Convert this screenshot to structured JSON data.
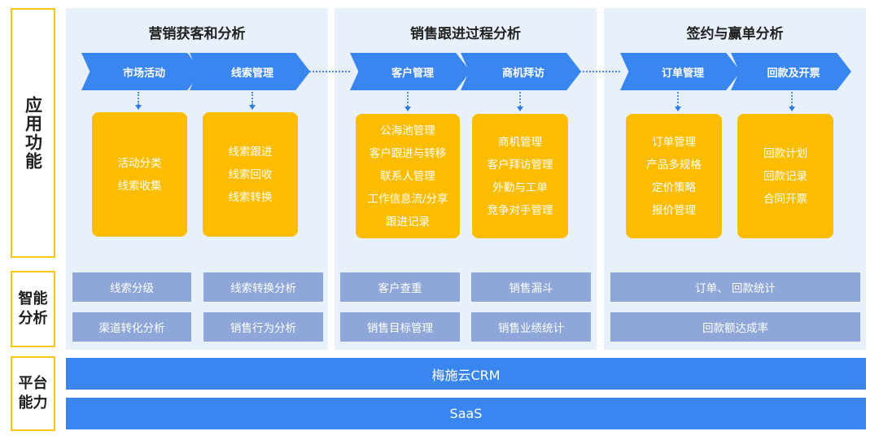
{
  "row_labels": {
    "application": "应用功能",
    "intelligent_line1": "智能",
    "intelligent_line2": "分析",
    "platform_line1": "平台",
    "platform_line2": "能力"
  },
  "columns": [
    {
      "title": "营销获客和分析",
      "stages": [
        {
          "label": "市场活动",
          "items": [
            "活动分类",
            "线索收集"
          ]
        },
        {
          "label": "线索管理",
          "items": [
            "线索跟进",
            "线索回收",
            "线索转换"
          ]
        }
      ],
      "analysis": [
        [
          "线索分级",
          "线索转换分析"
        ],
        [
          "渠道转化分析",
          "销售行为分析"
        ]
      ]
    },
    {
      "title": "销售跟进过程分析",
      "stages": [
        {
          "label": "客户管理",
          "items": [
            "公海池管理",
            "客户跟进与转移",
            "联系人管理",
            "工作信息流/分享",
            "跟进记录"
          ]
        },
        {
          "label": "商机拜访",
          "items": [
            "商机管理",
            "客户拜访管理",
            "外勤与工单",
            "竞争对手管理"
          ]
        }
      ],
      "analysis": [
        [
          "客户查重",
          "销售漏斗"
        ],
        [
          "销售目标管理",
          "销售业绩统计"
        ]
      ]
    },
    {
      "title": "签约与赢单分析",
      "stages": [
        {
          "label": "订单管理",
          "items": [
            "订单管理",
            "产品多规格",
            "定价策略",
            "报价管理"
          ]
        },
        {
          "label": "回款及开票",
          "items": [
            "回款计划",
            "回款记录",
            "合同开票"
          ]
        }
      ],
      "analysis": [
        [
          "订单、 回款统计"
        ],
        [
          "回款额达成率"
        ]
      ]
    }
  ],
  "platform": [
    "梅施云CRM",
    "SaaS"
  ],
  "colors": {
    "arrow": "#3a86f0",
    "yellow_box": "#fcbd00",
    "analysis_box": "#8fa7d8",
    "panel": "#e8f1fb",
    "label_border": "#f5c518"
  }
}
